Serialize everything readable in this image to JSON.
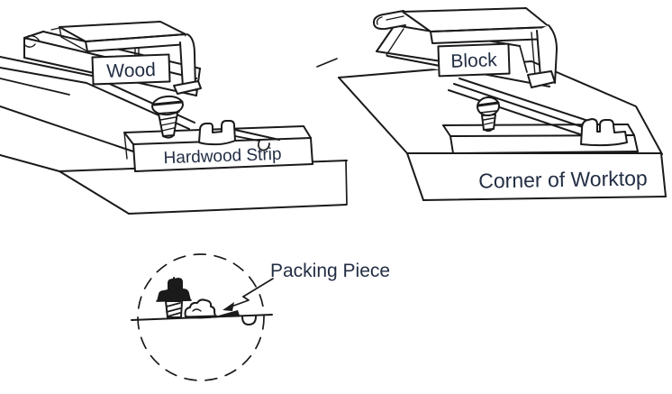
{
  "figure": {
    "background": "#ffffff",
    "ink_color": "#1a1a1a",
    "label_color": "#232e44",
    "left_diagram": {
      "labels": {
        "wood": "Wood",
        "hardwood_strip": "Hardwood Strip"
      }
    },
    "right_diagram": {
      "labels": {
        "block": "Block",
        "corner_of_worktop": "Corner of Worktop"
      }
    },
    "detail_view": {
      "labels": {
        "packing_piece": "Packing Piece"
      }
    }
  }
}
